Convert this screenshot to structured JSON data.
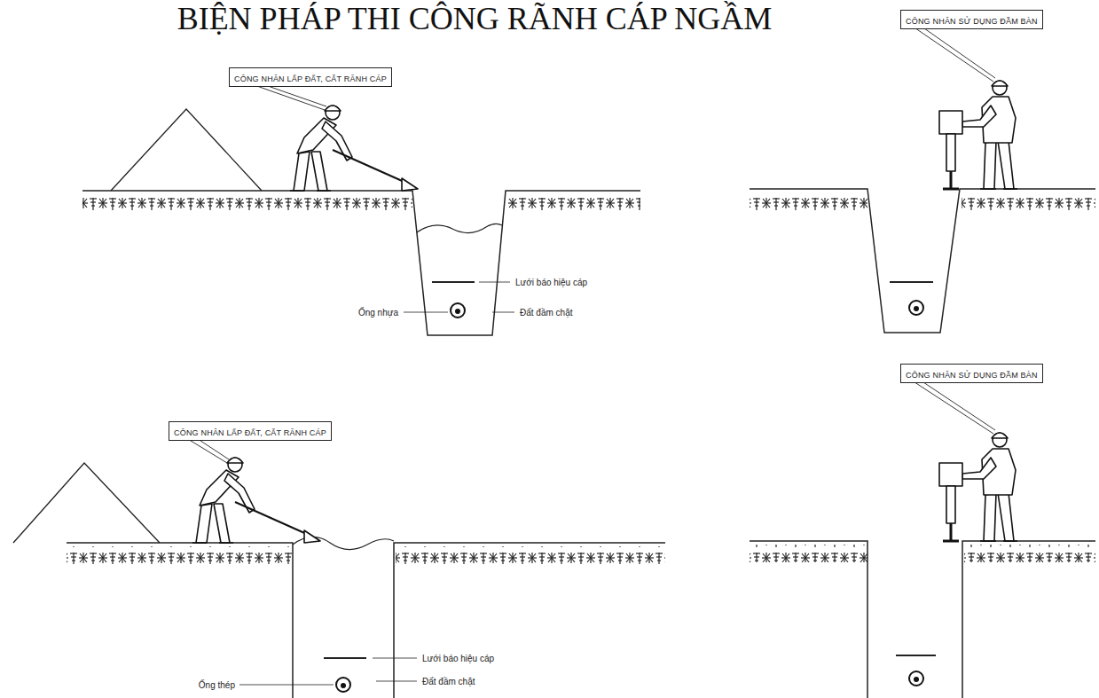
{
  "diagram": {
    "title": "BIỆN PHÁP THI CÔNG RÃNH CÁP NGẦM",
    "nodes": [
      {
        "text": [
          "CÔNG NHÂN LẤP ĐẤT, CẮT RÃNH CÁP"
        ]
      },
      {
        "text": [
          "CÔNG NHÂN SỬ DỤNG ĐẦM BÀN"
        ]
      },
      {
        "text": [
          "CÔNG NHÂN LẤP ĐẤT, CẮT RÃNH CÁP"
        ]
      },
      {
        "text": [
          "CÔNG NHÂN SỬ DỤNG ĐẦM BÀN"
        ]
      }
    ],
    "edges": [],
    "labels": [
      "Lưới báo hiệu cáp",
      "Ống nhựa",
      "Đất đầm chặt",
      "Lưới báo hiệu cáp",
      "Ống thép",
      "Đất đầm chặt"
    ]
  }
}
